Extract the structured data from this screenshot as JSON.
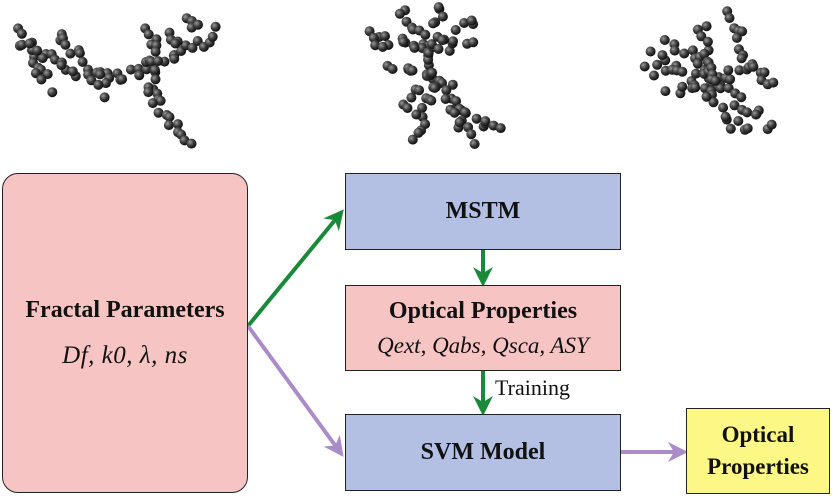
{
  "fractal_parameters": {
    "title": "Fractal Parameters",
    "params": "Df, k0, λ, ns"
  },
  "mstm": {
    "label": "MSTM"
  },
  "optical_properties": {
    "title": "Optical Properties",
    "quantities": "Qext, Qabs, Qsca, ASY"
  },
  "training_label": "Training",
  "svm_model": {
    "label": "SVM Model"
  },
  "output": {
    "line1": "Optical",
    "line2": "Properties"
  },
  "colors": {
    "pink_box": "#f7c4c4",
    "blue_box": "#b3bfe3",
    "yellow_box": "#fdf785",
    "green_arrow": "#1a8a3a",
    "purple_arrow": "#a98cc8",
    "particle": "#3a3a3a"
  },
  "icons": [
    "fractal-aggregate-1",
    "fractal-aggregate-2",
    "fractal-aggregate-3"
  ]
}
